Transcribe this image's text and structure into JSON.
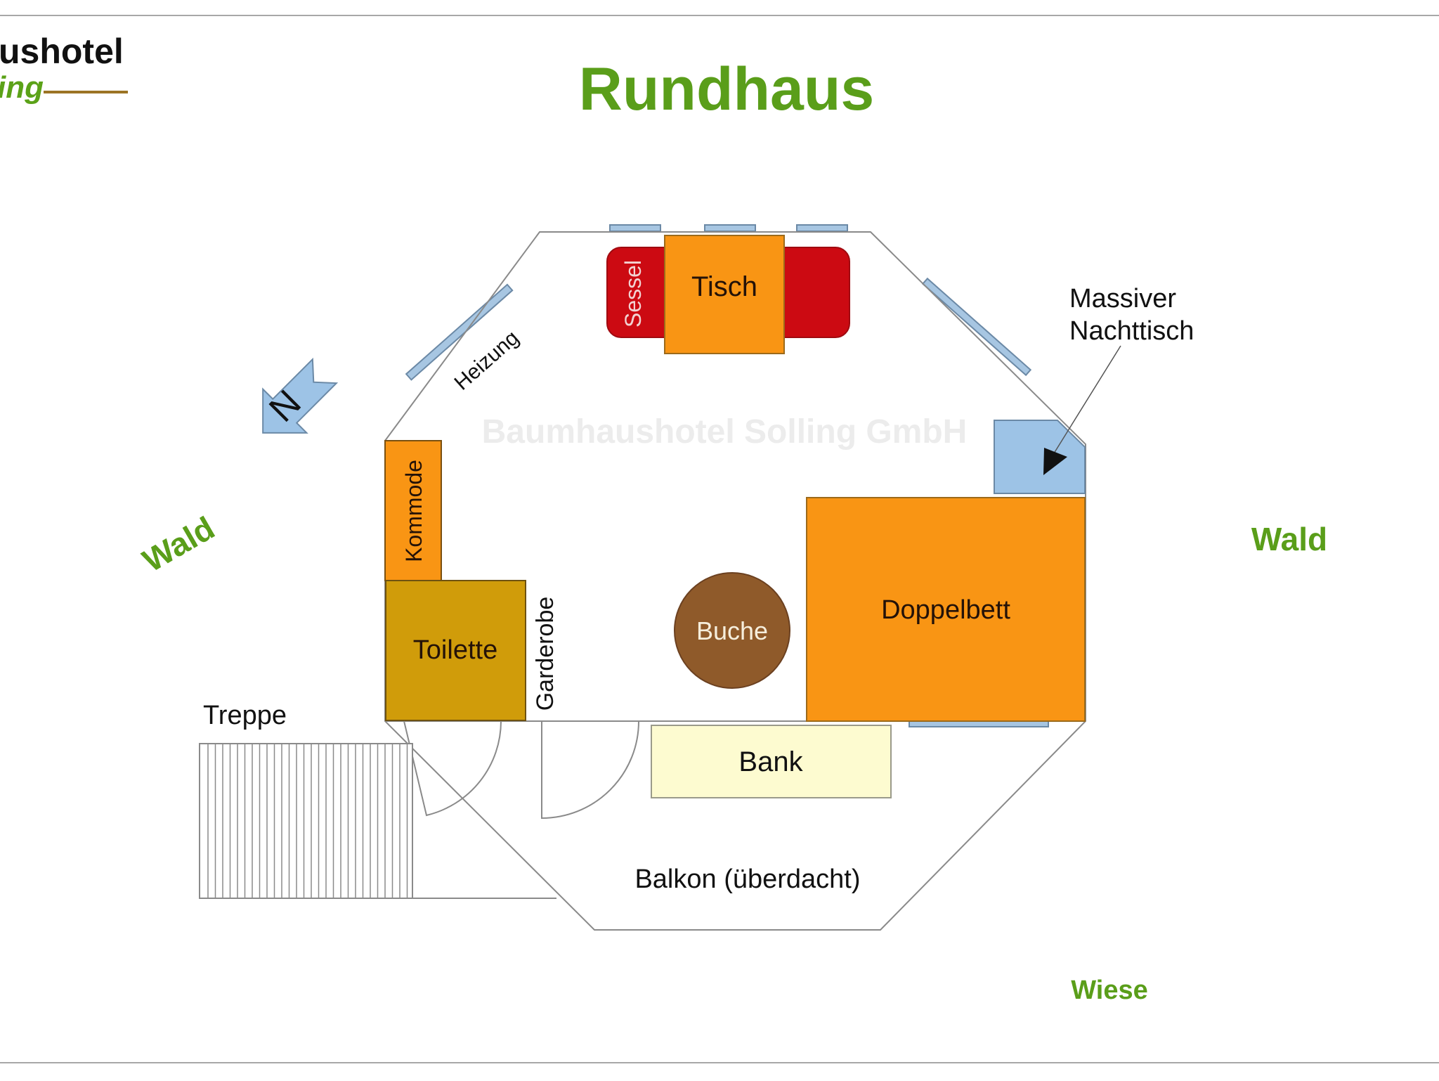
{
  "header": {
    "logo_line1": "ushotel",
    "logo_line2": "ing",
    "title": "Rundhaus"
  },
  "watermark": "Baumhaushotel Solling GmbH",
  "surroundings": {
    "left": "Wald",
    "right": "Wald",
    "bottom": "Wiese"
  },
  "compass": {
    "label": "N"
  },
  "rooms": {
    "sessel": "Sessel",
    "tisch": "Tisch",
    "heizung": "Heizung",
    "kommode": "Kommode",
    "toilette": "Toilette",
    "garderobe": "Garderobe",
    "buche": "Buche",
    "doppelbett": "Doppelbett",
    "bank": "Bank",
    "treppe": "Treppe",
    "balkon": "Balkon (überdacht)",
    "nachttisch_line1": "Massiver",
    "nachttisch_line2": "Nachttisch"
  },
  "colors": {
    "title_green": "#5a9e1a",
    "orange": "#f99514",
    "toilet_gold": "#d09c0a",
    "sessel_red": "#cc0a12",
    "window_blue": "#9dc3e6",
    "buche_brown": "#8f5a2a",
    "bank_cream": "#fdfbd0"
  }
}
